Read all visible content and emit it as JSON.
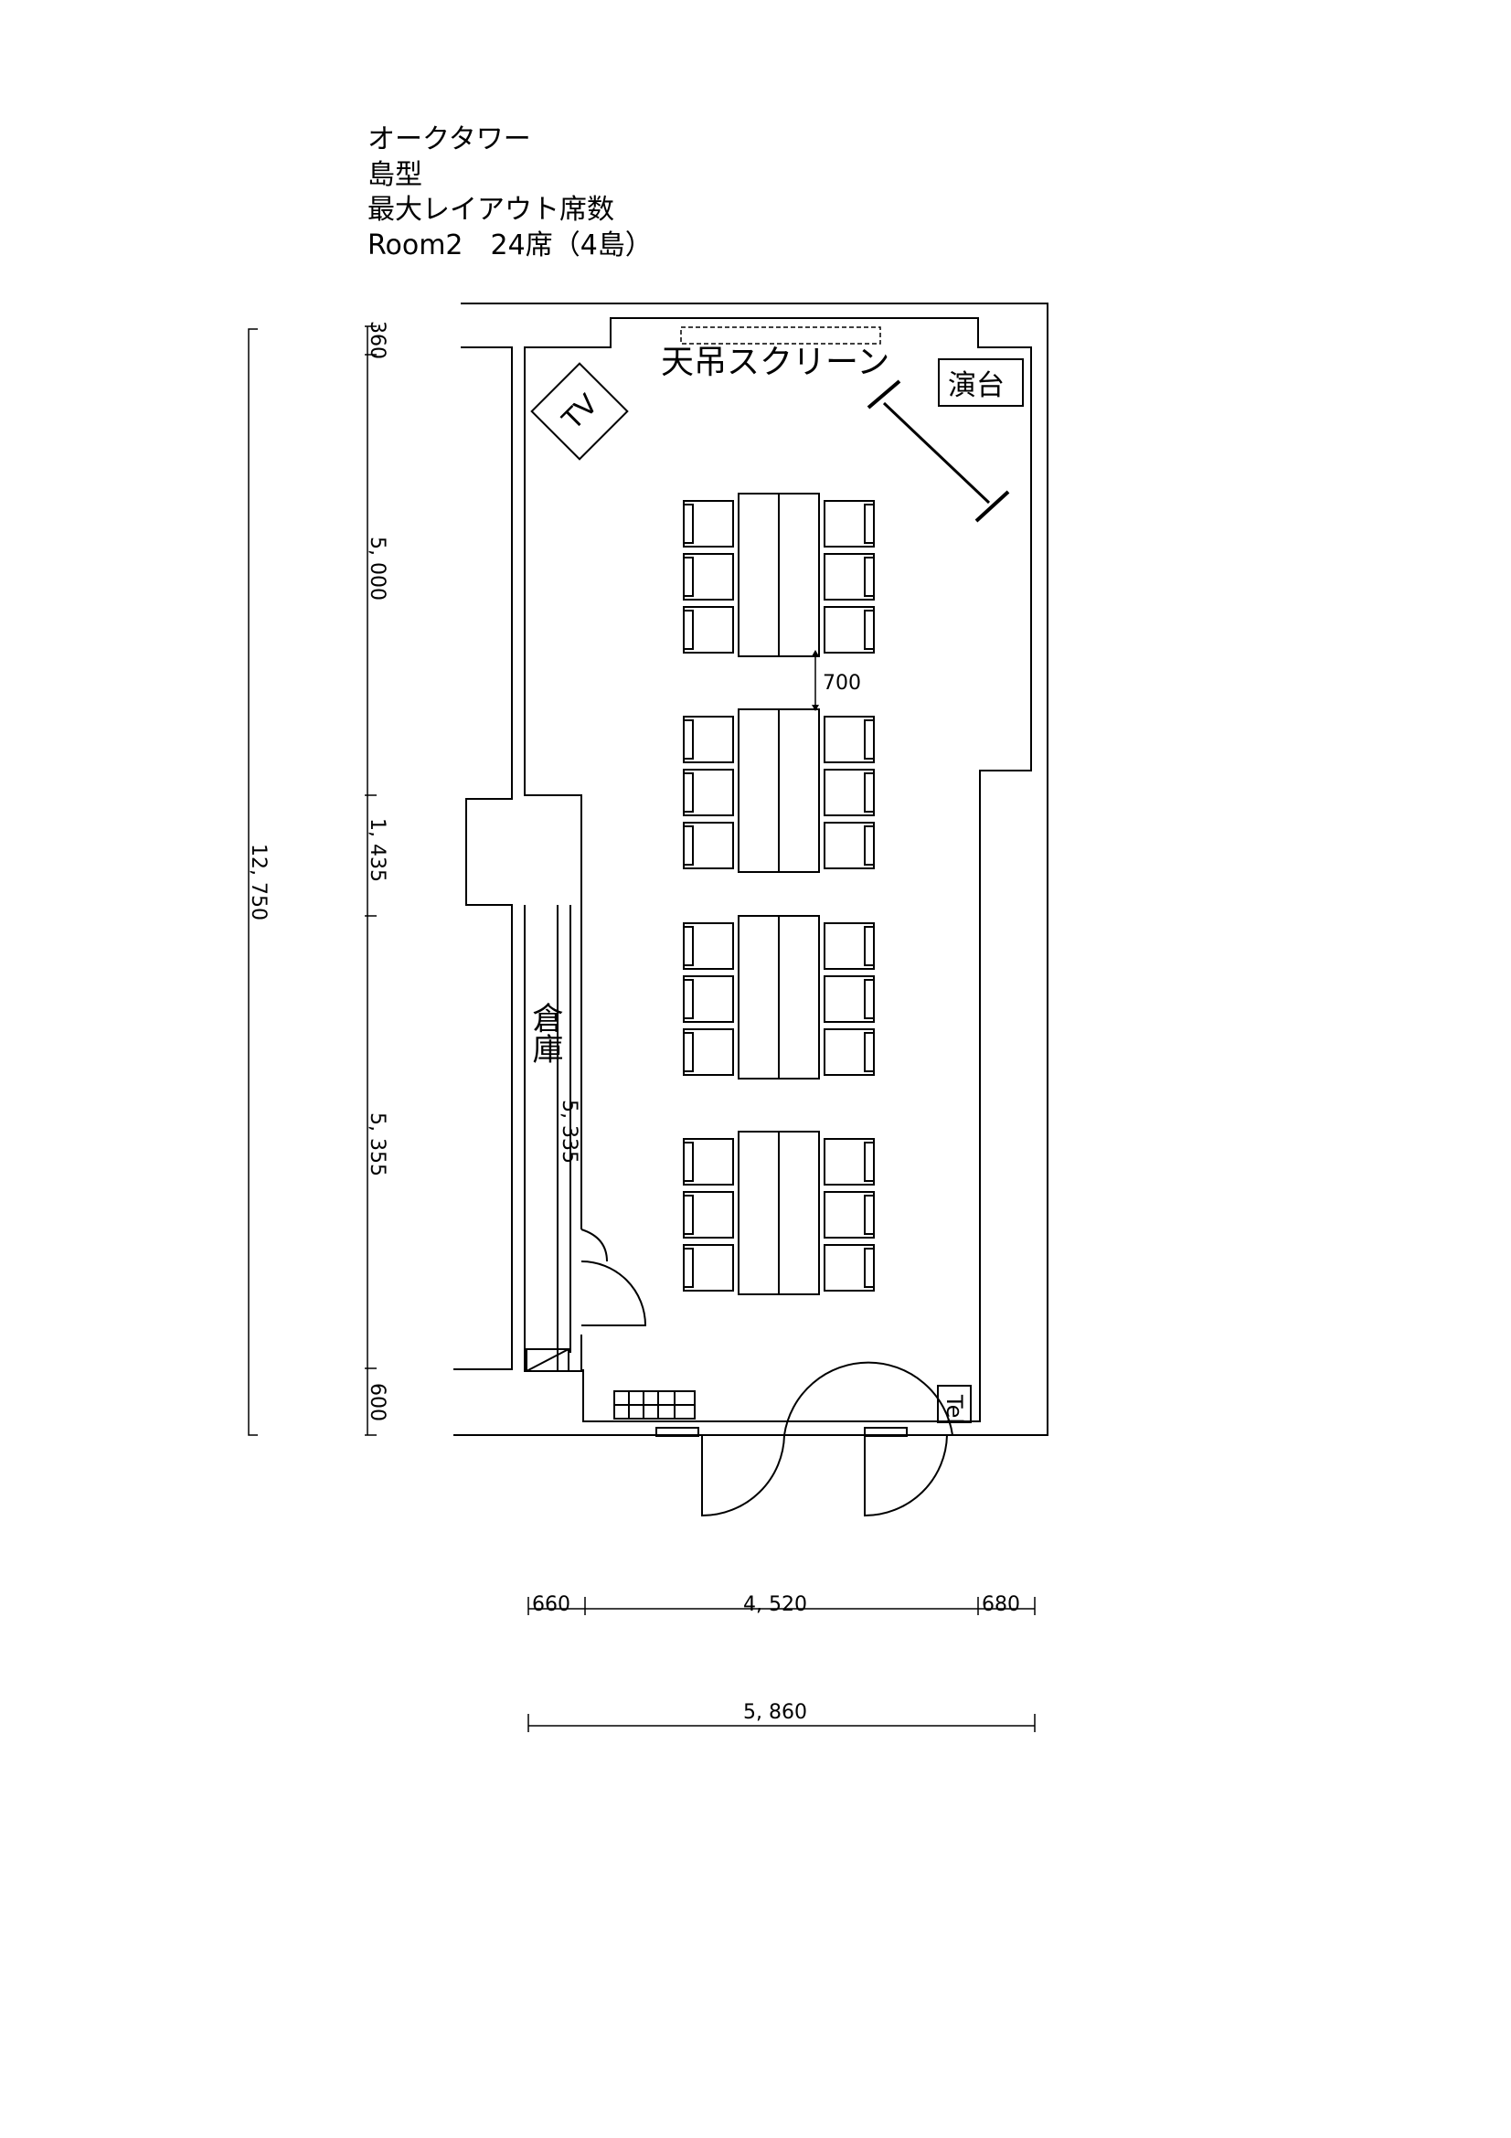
{
  "header": {
    "building": "オークタワー",
    "layout_type": "島型",
    "caption": "最大レイアウト席数",
    "room_summary": "Room2　24席（4島）"
  },
  "room_labels": {
    "screen": "天吊スクリーン",
    "podium": "演台",
    "tv": "TV",
    "storage": "倉庫",
    "tel": "Tel"
  },
  "dimensions": {
    "total_length": "12, 750",
    "seg_top": "360",
    "seg_upper": "5, 000",
    "seg_door": "1, 435",
    "seg_lower": "5, 355",
    "seg_bottom": "600",
    "storage_length": "5, 335",
    "aisle_gap": "700",
    "width_left": "660",
    "width_mid": "4, 520",
    "width_right": "680",
    "width_total": "5, 860"
  },
  "seating": {
    "islands": 4,
    "chairs_per_side": 3
  }
}
